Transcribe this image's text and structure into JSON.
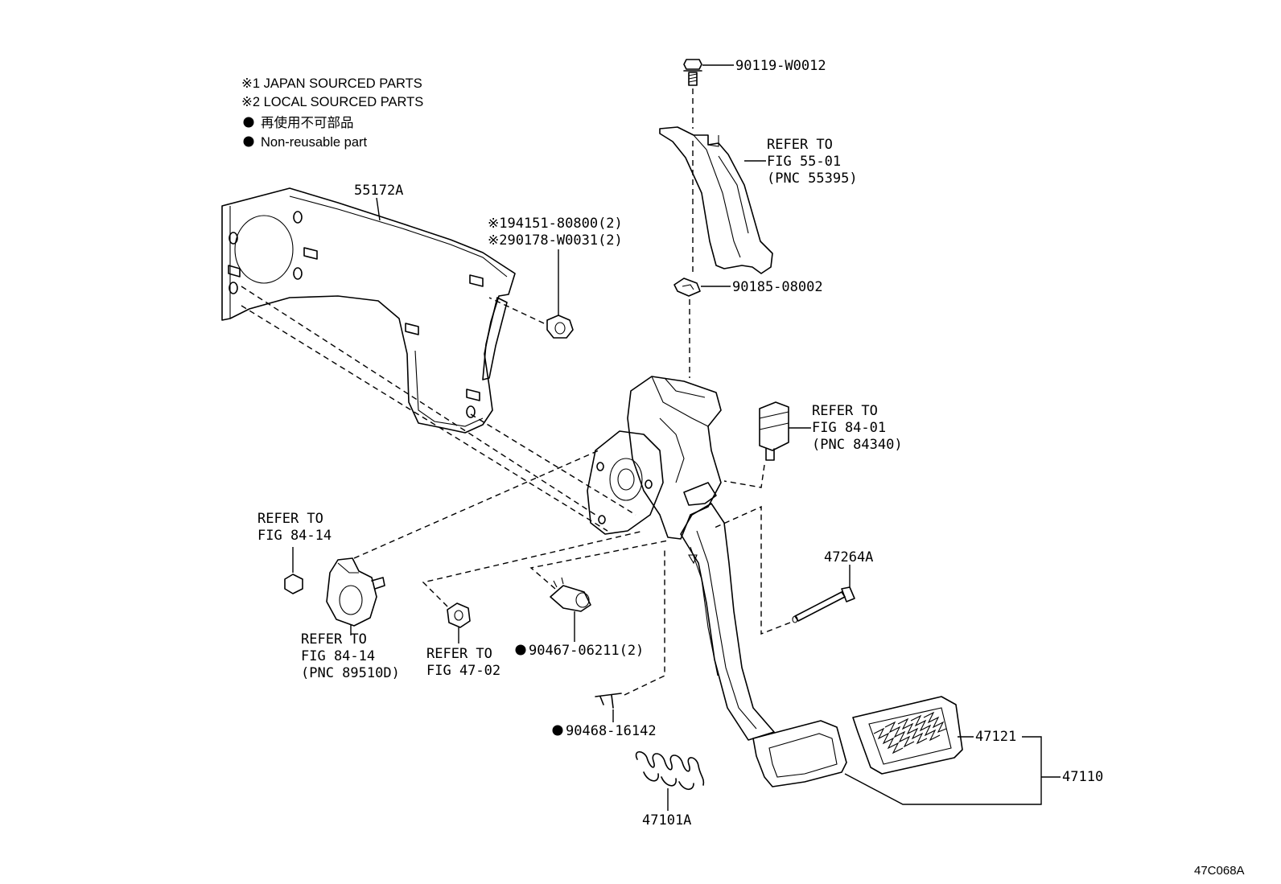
{
  "legend": {
    "japan_sourced": "※1 JAPAN SOURCED PARTS",
    "local_sourced": "※2 LOCAL SOURCED PARTS",
    "non_reusable_jp": "再使用不可部品",
    "non_reusable_en": "Non-reusable part"
  },
  "parts": {
    "p90119": "90119-W0012",
    "ref_55": [
      "REFER TO",
      "FIG 55-01",
      "(PNC 55395)"
    ],
    "p55172A": "55172A",
    "p194151": "※194151-80800(2)",
    "p290178": "※290178-W0031(2)",
    "p90185": "90185-08002",
    "ref_84_01": [
      "REFER TO",
      "FIG 84-01",
      "(PNC 84340)"
    ],
    "ref_84_14_top": [
      "REFER TO",
      "FIG 84-14"
    ],
    "p47264A": "47264A",
    "ref_84_14_bottom": [
      "REFER TO",
      "FIG 84-14",
      "(PNC 89510D)"
    ],
    "ref_47_02": [
      "REFER TO",
      "FIG 47-02"
    ],
    "p90467": "90467-06211(2)",
    "p90468": "90468-16142",
    "p47121": "47121",
    "p47110": "47110",
    "p47101A": "47101A"
  },
  "figure_id": "47C068A"
}
